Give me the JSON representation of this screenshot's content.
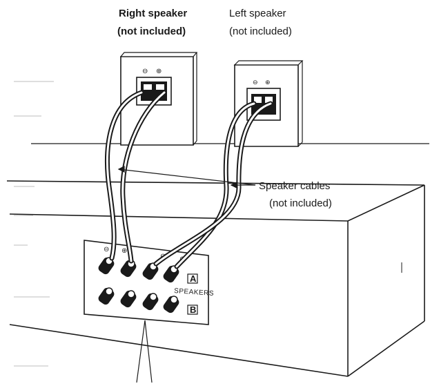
{
  "diagram": {
    "right_speaker": {
      "name": "Right speaker",
      "note": "(not included)"
    },
    "left_speaker": {
      "name": "Left speaker",
      "note": "(not included)"
    },
    "cables": {
      "name": "Speaker cables",
      "note": "(not included)"
    },
    "terminal_panel": {
      "label": "SPEAKERS",
      "row_a": "A",
      "row_b": "B",
      "polarity_neg": "⊖",
      "polarity_pos": "⊕"
    }
  },
  "colors": {
    "ink": "#1a1a1a",
    "paper": "#ffffff",
    "shade": "#cfcfcf"
  }
}
